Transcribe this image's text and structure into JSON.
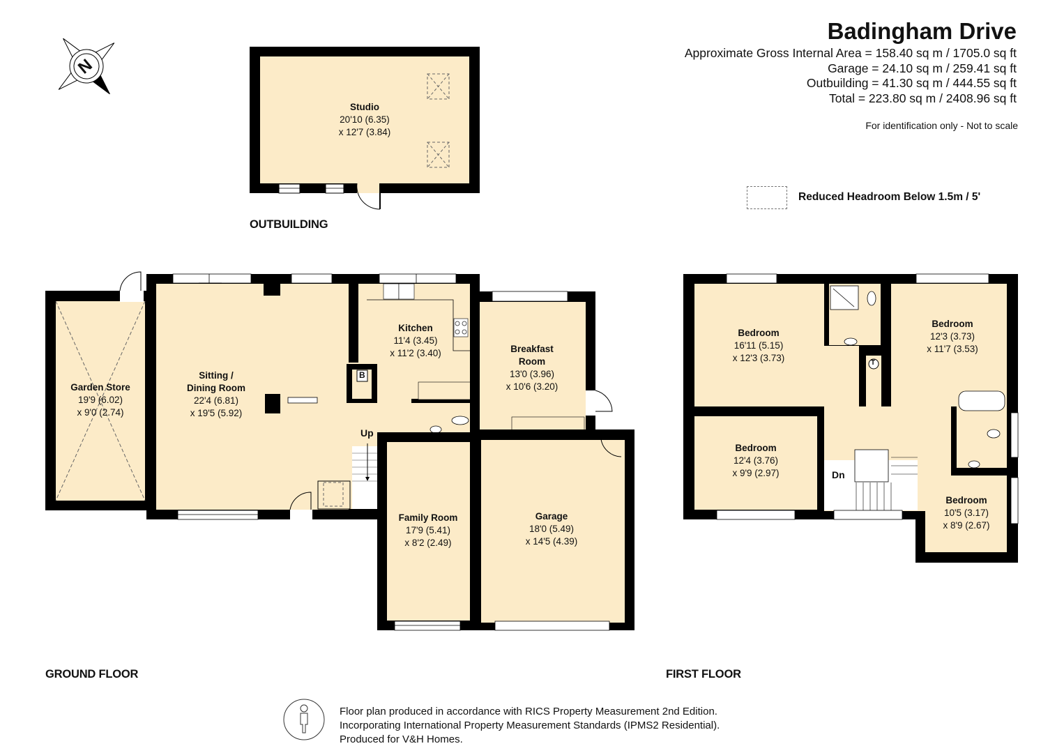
{
  "header": {
    "title": "Badingham Drive",
    "areas": [
      "Approximate Gross Internal Area = 158.40 sq m / 1705.0 sq ft",
      "Garage = 24.10 sq m / 259.41 sq ft",
      "Outbuilding = 41.30 sq m / 444.55 sq ft",
      "Total = 223.80 sq m / 2408.96 sq ft"
    ],
    "note": "For identification only - Not to scale"
  },
  "legend": {
    "reduced_headroom": "Reduced Headroom Below 1.5m / 5'"
  },
  "compass": {
    "icon": "north-compass-icon",
    "letter": "N"
  },
  "colors": {
    "room_fill": "#fcebc8",
    "wall": "#000000",
    "window": "#ffffff",
    "dashed": "#777777"
  },
  "floors": {
    "outbuilding": {
      "label": "OUTBUILDING",
      "rooms": [
        {
          "name": "Studio",
          "dim1": "20'10 (6.35)",
          "dim2": "x 12'7 (3.84)"
        }
      ]
    },
    "ground": {
      "label": "GROUND FLOOR",
      "rooms": [
        {
          "name": "Garden Store",
          "dim1": "19'9 (6.02)",
          "dim2": "x 9'0 (2.74)"
        },
        {
          "name": "Sitting /",
          "name2": "Dining Room",
          "dim1": "22'4 (6.81)",
          "dim2": "x 19'5 (5.92)"
        },
        {
          "name": "Kitchen",
          "dim1": "11'4 (3.45)",
          "dim2": "x 11'2 (3.40)"
        },
        {
          "name": "Breakfast",
          "name2": "Room",
          "dim1": "13'0 (3.96)",
          "dim2": "x 10'6 (3.20)"
        },
        {
          "name": "Family Room",
          "dim1": "17'9 (5.41)",
          "dim2": "x 8'2 (2.49)"
        },
        {
          "name": "Garage",
          "dim1": "18'0 (5.49)",
          "dim2": "x 14'5 (4.39)"
        }
      ],
      "labels": {
        "stairs": "Up",
        "boiler": "B"
      }
    },
    "first": {
      "label": "FIRST FLOOR",
      "rooms": [
        {
          "name": "Bedroom",
          "dim1": "16'11 (5.15)",
          "dim2": "x 12'3 (3.73)"
        },
        {
          "name": "Bedroom",
          "dim1": "12'3 (3.73)",
          "dim2": "x 11'7 (3.53)"
        },
        {
          "name": "Bedroom",
          "dim1": "12'4 (3.76)",
          "dim2": "x 9'9 (2.97)"
        },
        {
          "name": "Bedroom",
          "dim1": "10'5 (3.17)",
          "dim2": "x 8'9 (2.67)"
        }
      ],
      "labels": {
        "stairs": "Dn",
        "tank": "T"
      }
    }
  },
  "footer": {
    "lines": [
      "Floor plan produced in accordance with RICS Property Measurement 2nd Edition.",
      "Incorporating International Property Measurement Standards (IPMS2 Residential).",
      "Produced for V&H Homes."
    ],
    "icon": "person-scale-icon"
  }
}
